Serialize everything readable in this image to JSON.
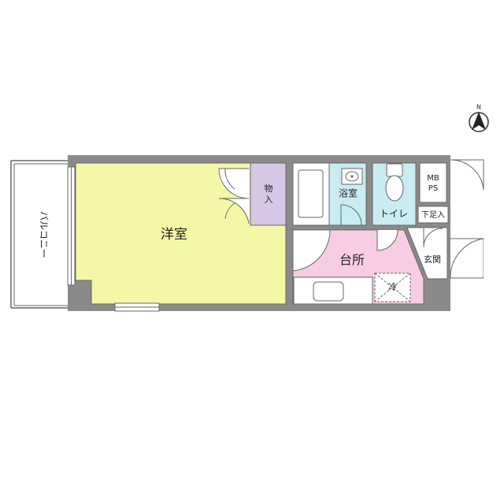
{
  "compass": {
    "label": "N"
  },
  "rooms": {
    "western_room": {
      "label": "洋室",
      "color": "#f4f7a6"
    },
    "storage": {
      "label_line1": "物",
      "label_line2": "入",
      "color": "#d6c7e6"
    },
    "bathroom": {
      "label": "浴室",
      "color": "#c9ecf3"
    },
    "toilet": {
      "label": "トイレ",
      "color": "#c9ecf3"
    },
    "kitchen": {
      "label": "台所",
      "color": "#f7cde4"
    },
    "mb_ps": {
      "label_line1": "MB",
      "label_line2": "PS"
    },
    "shoe_storage": {
      "label": "下足入"
    },
    "entrance": {
      "label": "玄関"
    },
    "balcony": {
      "label": "バルコニー"
    },
    "fridge": {
      "label": "冷"
    }
  },
  "colors": {
    "wall": "#8a8a8a",
    "line": "#666666"
  }
}
